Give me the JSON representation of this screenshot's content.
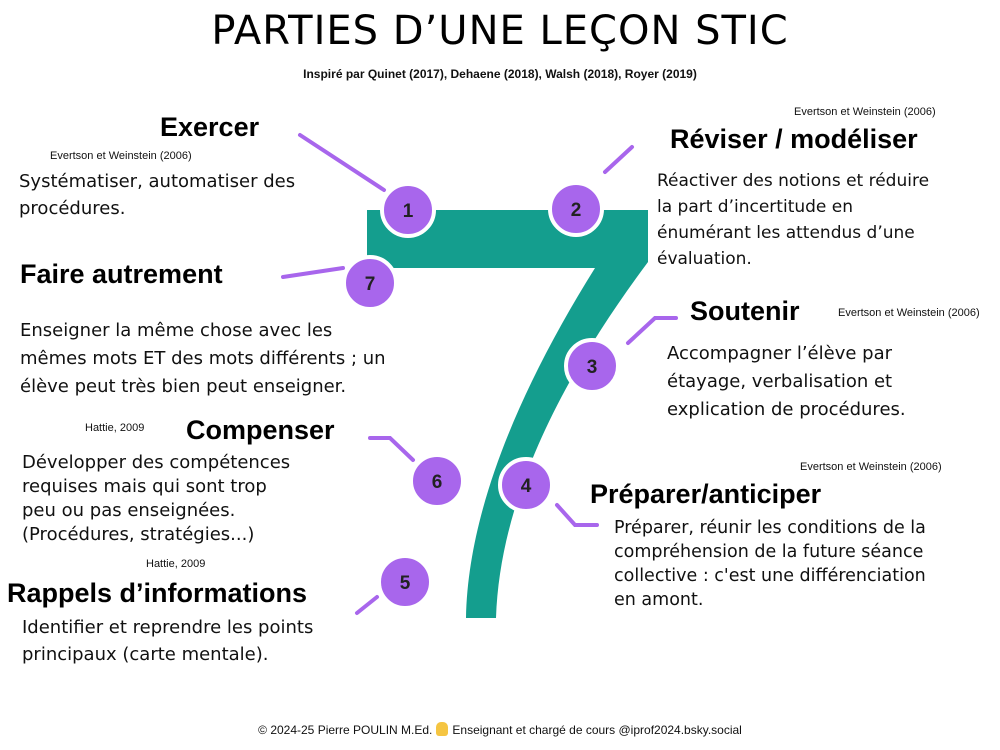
{
  "title": "PARTIES D’UNE LEÇON STIC",
  "subtitle": "Inspiré par Quinet (2017),  Dehaene (2018), Walsh (2018), Royer (2019)",
  "colors": {
    "seven": "#149e8e",
    "circle": "#a866ec",
    "connector": "#a866ec"
  },
  "parts": [
    {
      "number": "1",
      "heading": "Exercer",
      "citation": "Evertson et Weinstein (2006)",
      "lines": [
        "Systématiser, automatiser des",
        "procédures."
      ]
    },
    {
      "number": "2",
      "heading": "Réviser / modéliser",
      "citation": "Evertson et Weinstein (2006)",
      "lines": [
        "Réactiver des notions et réduire",
        "la part d’incertitude en",
        "énumérant les attendus d’une",
        "évaluation."
      ]
    },
    {
      "number": "3",
      "heading": "Soutenir",
      "citation": "Evertson et Weinstein (2006)",
      "lines": [
        "Accompagner l’élève par",
        "étayage, verbalisation et",
        "explication de procédures."
      ]
    },
    {
      "number": "4",
      "heading": "Préparer/anticiper",
      "citation": "Evertson et Weinstein (2006)",
      "lines": [
        "Préparer, réunir les conditions de la",
        "compréhension de la future séance",
        "collective : c'est une différenciation",
        "en amont."
      ]
    },
    {
      "number": "5",
      "heading": "Rappels d’informations",
      "citation": "Hattie, 2009",
      "lines": [
        "Identifier et reprendre les points",
        "principaux (carte mentale)."
      ]
    },
    {
      "number": "6",
      "heading": "Compenser",
      "citation": "Hattie, 2009",
      "lines": [
        "Développer des compétences",
        "requises mais qui sont trop",
        "peu ou pas enseignées.",
        "(Procédures, stratégies...)"
      ]
    },
    {
      "number": "7",
      "heading": "Faire autrement",
      "citation": "",
      "lines": [
        "Enseigner la même chose avec les",
        "mêmes mots ET des mots différents ; un",
        "élève peut très bien peut enseigner."
      ]
    }
  ],
  "footer": {
    "left": "© 2024-25 Pierre POULIN M.Ed.",
    "right": "Enseignant et chargé de cours @iprof2024.bsky.social"
  }
}
